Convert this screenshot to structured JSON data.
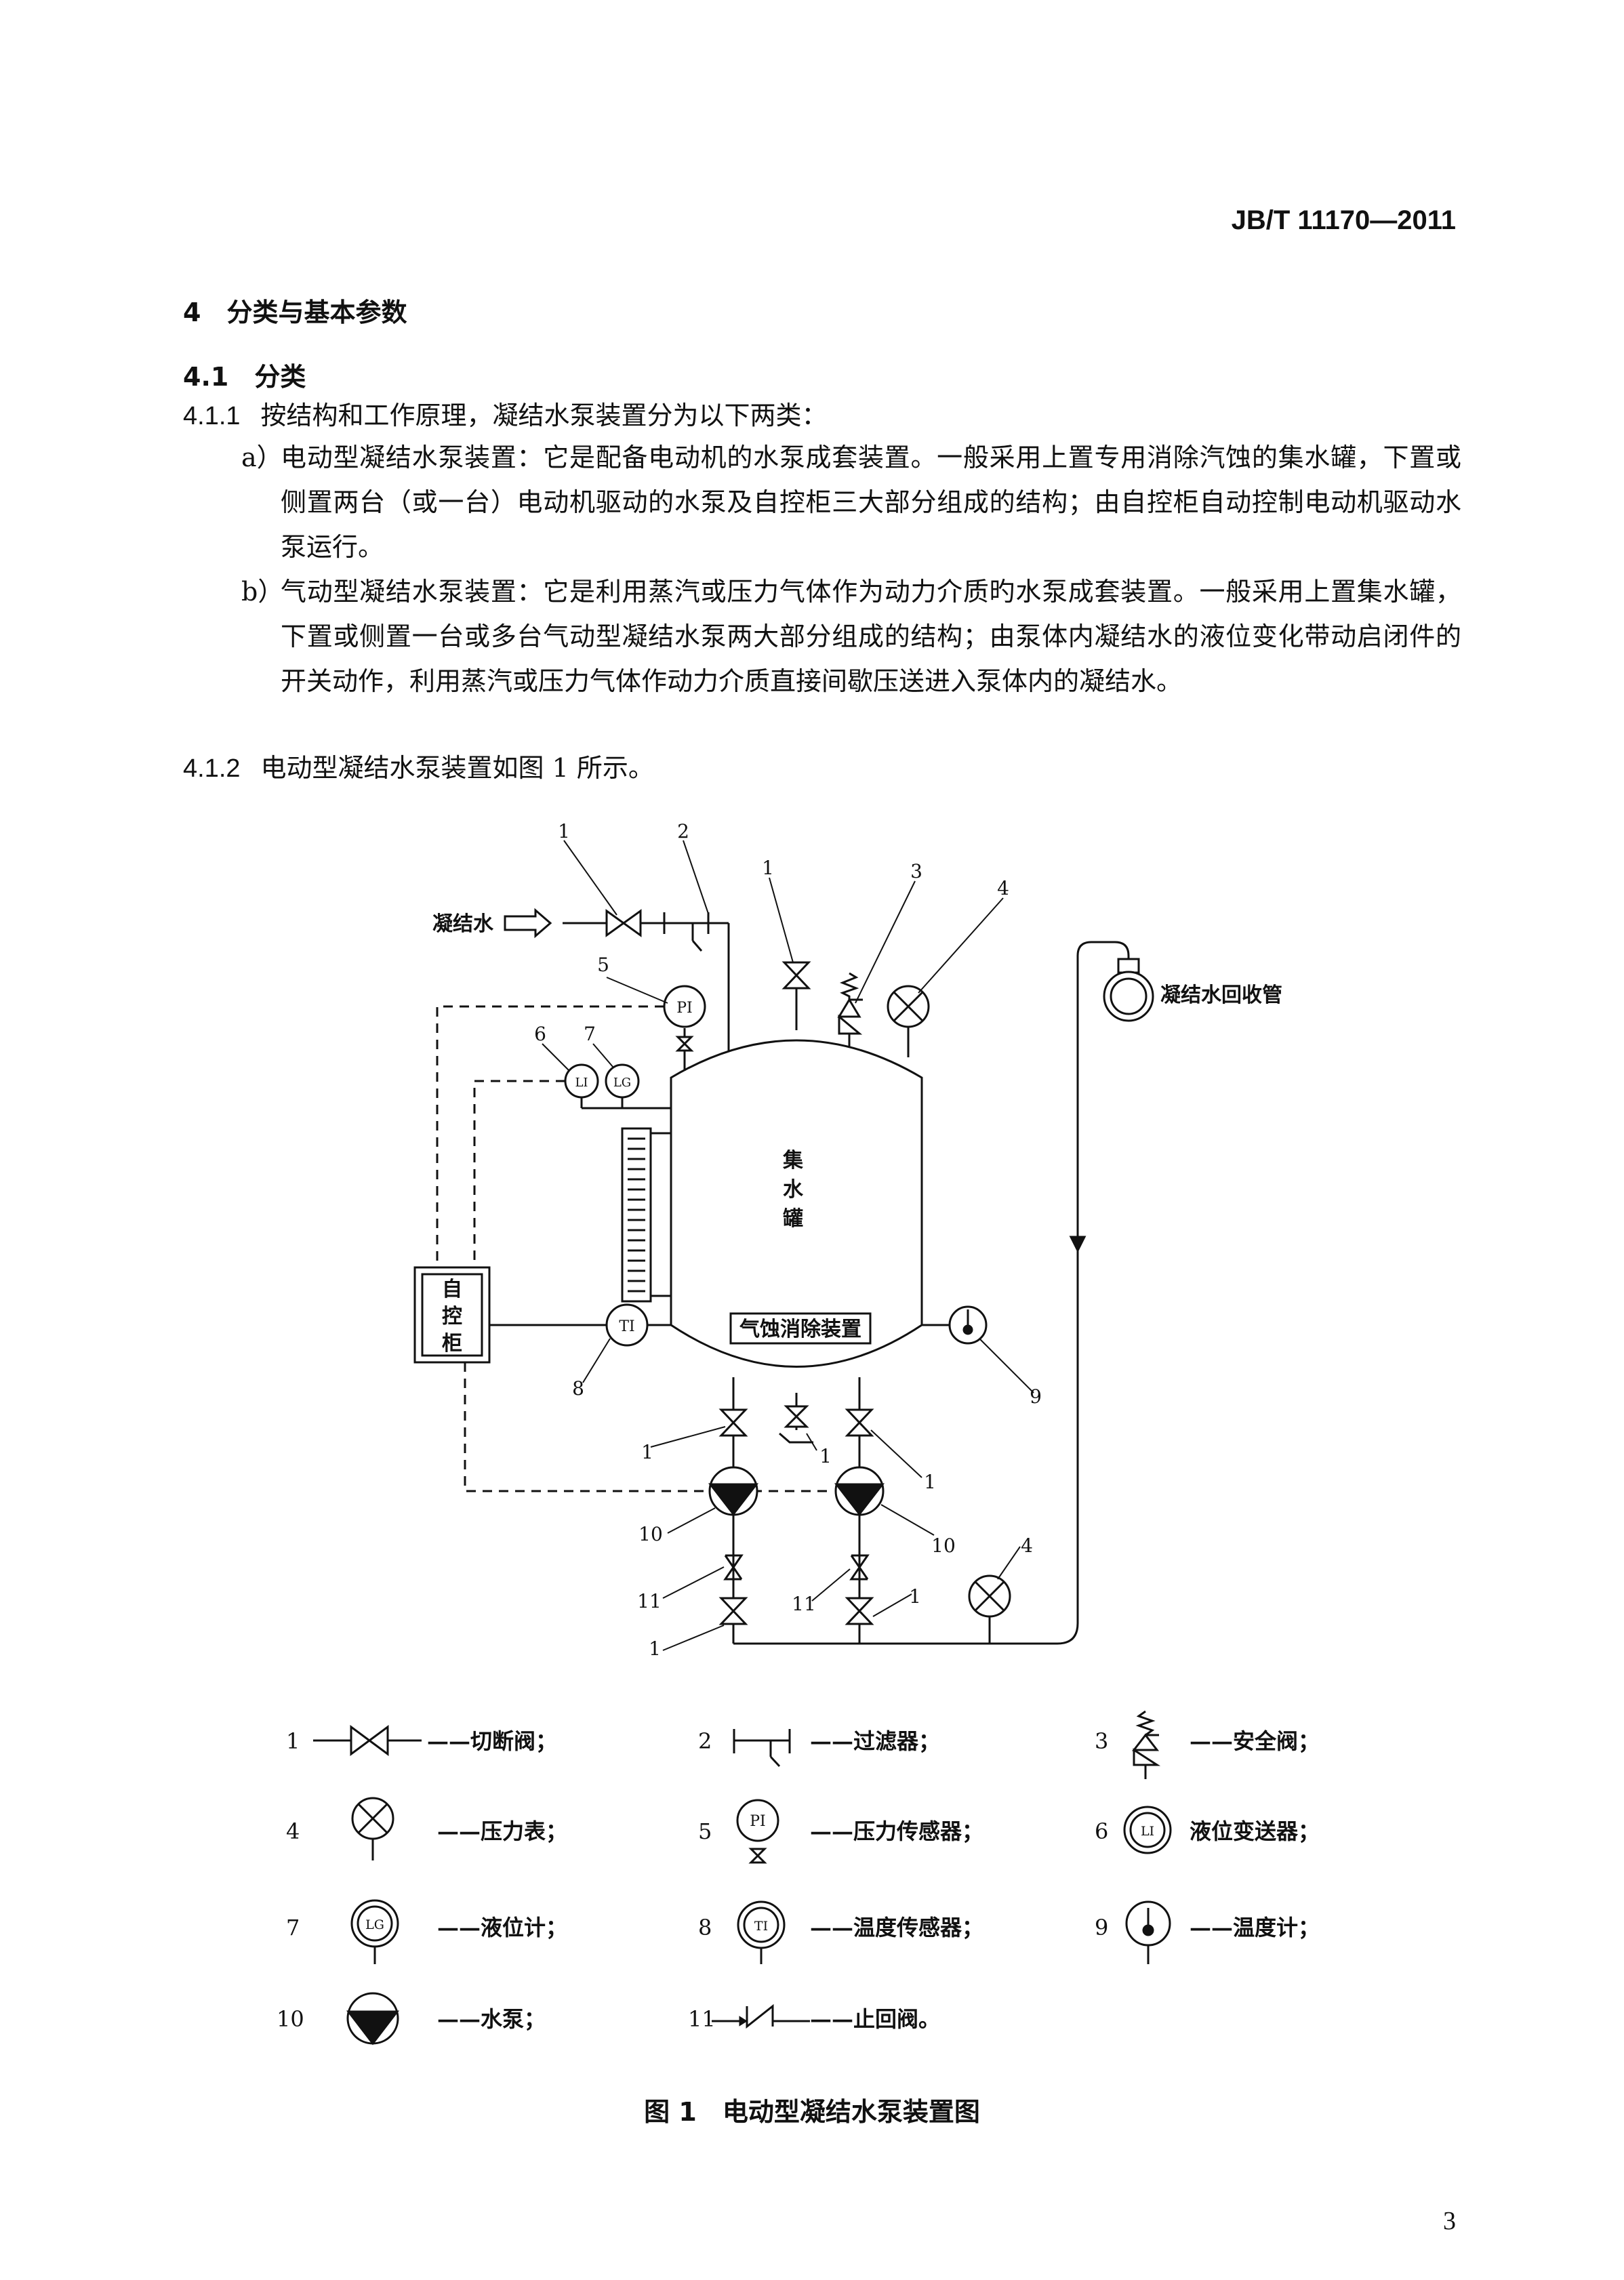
{
  "header": {
    "standard_code": "JB/T 11170—2011"
  },
  "section4": {
    "title": "4　分类与基本参数"
  },
  "section41": {
    "title": "4.1　分类"
  },
  "clause411": {
    "number": "4.1.1",
    "text": "按结构和工作原理，凝结水泵装置分为以下两类：",
    "items": [
      {
        "label": "a）",
        "text": "电动型凝结水泵装置：它是配备电动机的水泵成套装置。一般采用上置专用消除汽蚀的集水罐，下置或侧置两台（或一台）电动机驱动的水泵及自控柜三大部分组成的结构；由自控柜自动控制电动机驱动水泵运行。"
      },
      {
        "label": "b）",
        "text": "气动型凝结水泵装置：它是利用蒸汽或压力气体作为动力介质旳水泵成套装置。一般采用上置集水罐，下置或侧置一台或多台气动型凝结水泵两大部分组成的结构；由泵体内凝结水的液位变化带动启闭件的开关动作，利用蒸汽或压力气体作动力介质直接间歇压送进入泵体内的凝结水。"
      }
    ]
  },
  "clause412": {
    "number": "4.1.2",
    "text": "电动型凝结水泵装置如图 1 所示。"
  },
  "diagram": {
    "inlet_label": "凝结水",
    "return_label": "凝结水回收管",
    "tank_chars": [
      "集",
      "水",
      "罐"
    ],
    "cavitation_label": "气蚀消除装置",
    "cabinet_chars": [
      "自",
      "控",
      "柜"
    ],
    "instrument_PI": "PI",
    "instrument_LI": "LI",
    "instrument_LG": "LG",
    "instrument_TI": "TI",
    "callouts": {
      "c1a": "1",
      "c2": "2",
      "c1b": "1",
      "c3": "3",
      "c4a": "4",
      "c5": "5",
      "c6": "6",
      "c7": "7",
      "c8": "8",
      "c9": "9",
      "c1c": "1",
      "c1d": "1",
      "c1e": "1",
      "c10a": "10",
      "c10b": "10",
      "c11a": "11",
      "c11b": "11",
      "c1f": "1",
      "c1g": "1",
      "c4b": "4"
    }
  },
  "legend": [
    {
      "num": "1",
      "desc": "——切断阀；"
    },
    {
      "num": "2",
      "desc": "——过滤器；"
    },
    {
      "num": "3",
      "desc": "——安全阀；"
    },
    {
      "num": "4",
      "desc": "——压力表；"
    },
    {
      "num": "5",
      "desc": "——压力传感器；",
      "sym": "PI"
    },
    {
      "num": "6",
      "desc": "液位变送器；",
      "sym": "LI"
    },
    {
      "num": "7",
      "desc": "——液位计；",
      "sym": "LG"
    },
    {
      "num": "8",
      "desc": "——温度传感器；",
      "sym": "TI"
    },
    {
      "num": "9",
      "desc": "——温度计；"
    },
    {
      "num": "10",
      "desc": "——水泵；"
    },
    {
      "num": "11",
      "desc": "——止回阀。"
    }
  ],
  "figure": {
    "caption": "图 1　电动型凝结水泵装置图"
  },
  "page": {
    "number": "3"
  }
}
